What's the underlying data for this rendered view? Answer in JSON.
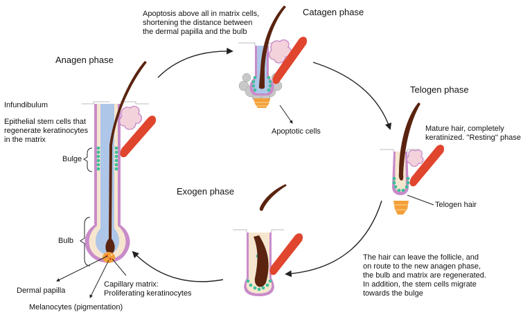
{
  "phases": {
    "anagen": "Anagen phase",
    "catagen": "Catagen phase",
    "telogen": "Telogen phase",
    "exogen": "Exogen phase"
  },
  "labels": {
    "infundibulum": "Infundibulum",
    "stem_cells": "Epithelial stem cells that\nregenerate keratinocytes\nin the matrix",
    "bulge": "Bulge",
    "bulb": "Bulb",
    "dermal_papilla": "Dermal papilla",
    "melanocytes": "Melanocytes (pigmentation)",
    "capillary_matrix": "Capillary matrix:\nProliferating keratinocytes",
    "catagen_desc": "Apoptosis above all in matrix cells,\nshortening the distance between\nthe dermal papilla and the bulb",
    "apoptotic_cells": "Apoptotic cells",
    "telogen_desc": "Mature hair, completely\nkeratinized. ''Resting'' phase",
    "telogen_hair": "Telogen hair",
    "exogen_desc": "The hair can leave the follicle, and\non route to the new anagen phase,\nthe bulb and matrix are regenerated.\nIn addition, the stem cells migrate\ntowards the bulge"
  },
  "colors": {
    "hair": "#5a2410",
    "muscle": "#e0452e",
    "sheath_outer": "#c98bc9",
    "sheath_inner": "#aec6e8",
    "skin": "#f6e6cf",
    "stem_cells": "#3fbf9a",
    "papilla": "#f3a03a",
    "gland": "#f3d2dc",
    "arrow": "#222222"
  }
}
